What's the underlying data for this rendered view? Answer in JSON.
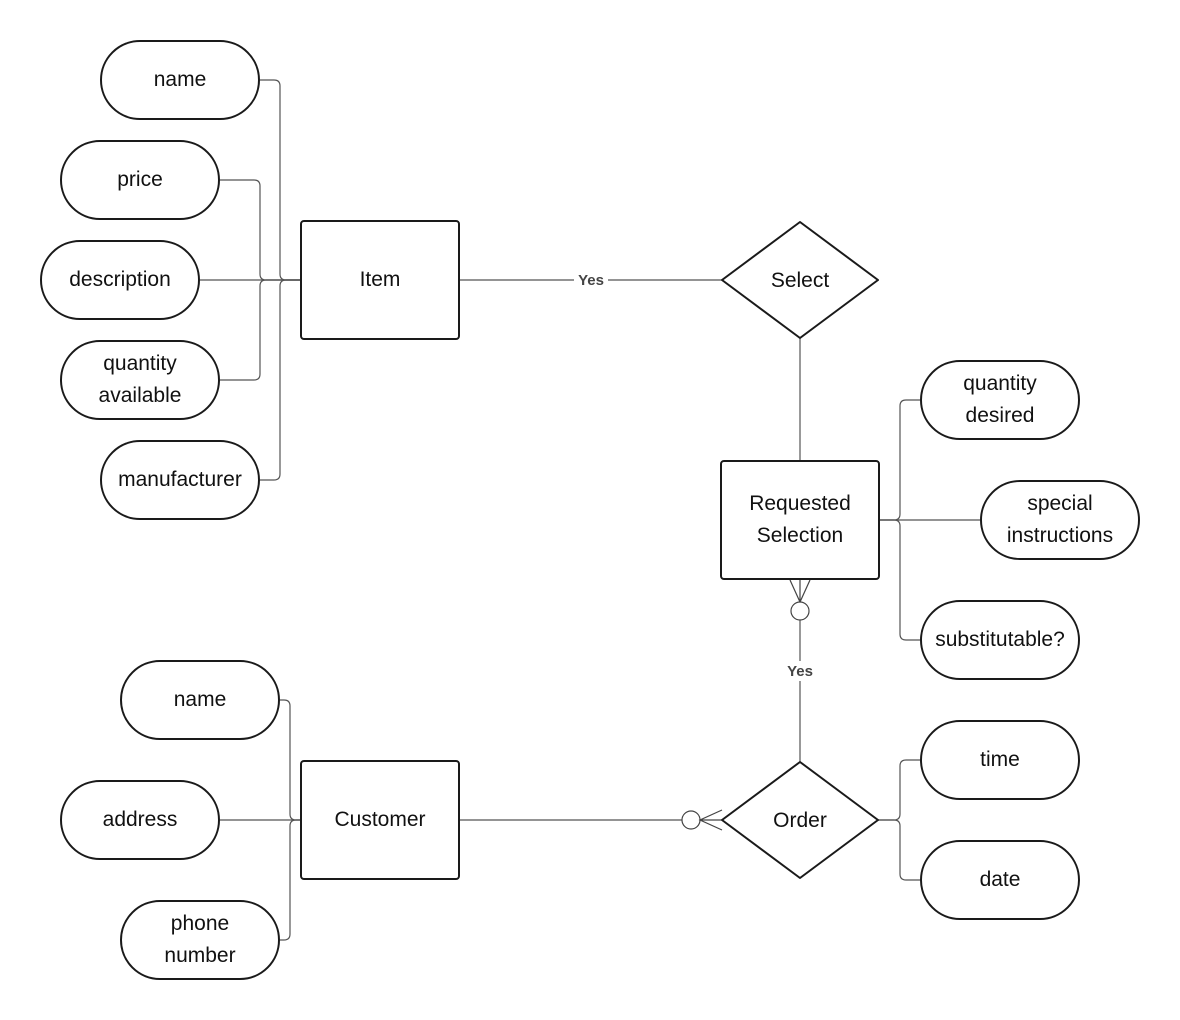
{
  "diagram": {
    "entities": {
      "item": "Item",
      "requested_selection": "Requested\nSelection",
      "customer": "Customer"
    },
    "relationships": {
      "select": "Select",
      "order": "Order"
    },
    "attributes": {
      "item": [
        "name",
        "price",
        "description",
        "quantity\navailable",
        "manufacturer"
      ],
      "requested_selection": [
        "quantity\ndesired",
        "special\ninstructions",
        "substitutable?"
      ],
      "customer": [
        "name",
        "address",
        "phone\nnumber"
      ],
      "order": [
        "time",
        "date"
      ]
    },
    "edge_labels": {
      "item_select": "Yes",
      "selection_order": "Yes"
    }
  }
}
